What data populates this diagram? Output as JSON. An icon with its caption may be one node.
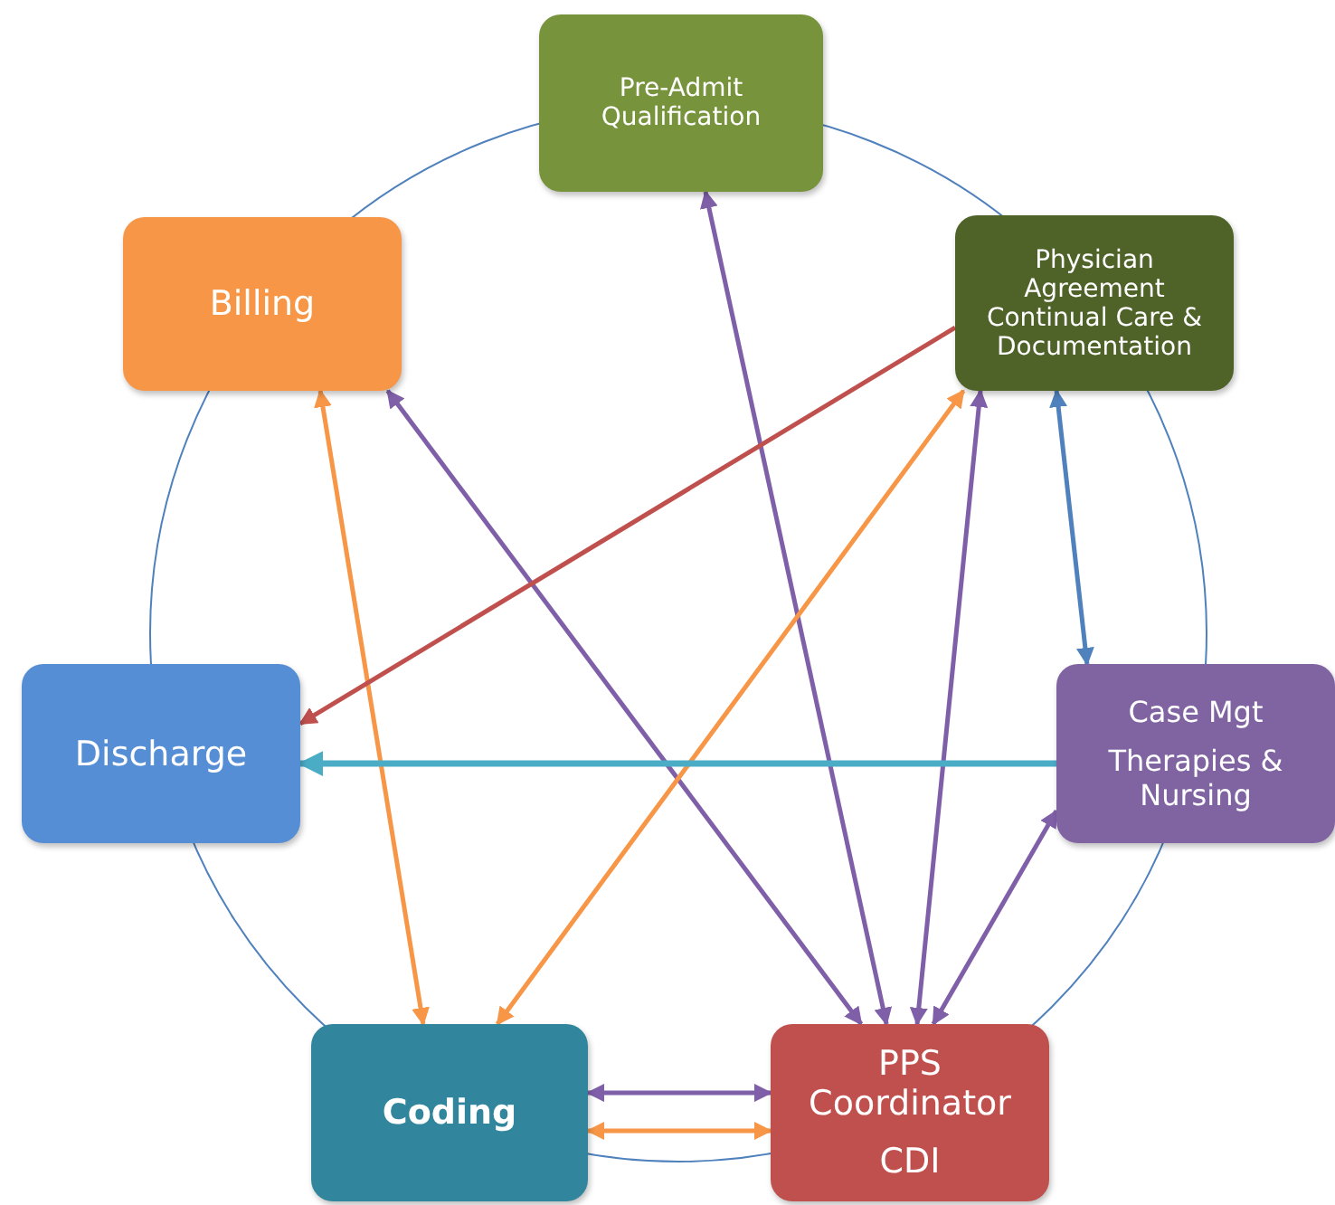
{
  "diagram": {
    "nodes": [
      {
        "text": [
          "Pre-Admit Qualification"
        ]
      },
      {
        "text": [
          "Billing"
        ]
      },
      {
        "text": [
          "Physician Agreement Continual Care & Documentation"
        ]
      },
      {
        "text": [
          "Discharge"
        ]
      },
      {
        "text": [
          "Case Mgt",
          "Therapies & Nursing"
        ]
      },
      {
        "text": [
          "Coding"
        ]
      },
      {
        "text": [
          "PPS Coordinator",
          "CDI"
        ]
      }
    ],
    "edges": [
      {
        "from": 6,
        "to": 0,
        "arrow": "both",
        "color": "#7f5fa8"
      },
      {
        "from": 6,
        "to": 1,
        "arrow": "both",
        "color": "#7f5fa8"
      },
      {
        "from": 6,
        "to": 2,
        "arrow": "both",
        "color": "#7f5fa8"
      },
      {
        "from": 6,
        "to": 4,
        "arrow": "both",
        "color": "#7f5fa8"
      },
      {
        "from": 5,
        "to": 6,
        "arrow": "both",
        "color": "#7f5fa8"
      },
      {
        "from": 5,
        "to": 6,
        "arrow": "both",
        "color": "#f79646"
      },
      {
        "from": 5,
        "to": 1,
        "arrow": "both",
        "color": "#f79646"
      },
      {
        "from": 5,
        "to": 2,
        "arrow": "both",
        "color": "#f79646"
      },
      {
        "from": 2,
        "to": 3,
        "arrow": "to",
        "color": "#c0504d"
      },
      {
        "from": 2,
        "to": 4,
        "arrow": "both",
        "color": "#4f81bd"
      },
      {
        "from": 4,
        "to": 3,
        "arrow": "to",
        "color": "#4bacc6"
      }
    ]
  }
}
